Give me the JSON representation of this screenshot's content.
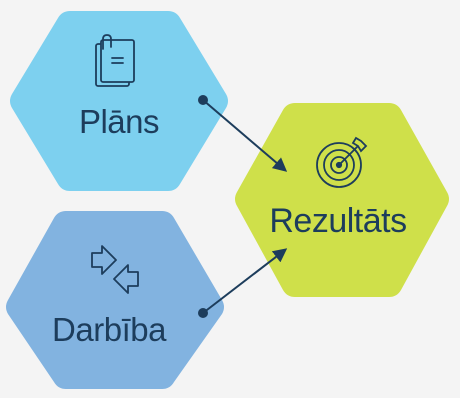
{
  "nodes": {
    "plans": {
      "label": "Plāns",
      "icon": "document-stack-icon",
      "color": "#7dd0ef"
    },
    "darbiba": {
      "label": "Darbība",
      "icon": "swap-arrows-icon",
      "color": "#82b3e0"
    },
    "rezultats": {
      "label": "Rezultāts",
      "icon": "target-arrow-icon",
      "color": "#cfe04a"
    }
  },
  "colors": {
    "background": "#f4f4f4",
    "ink": "#1d3d5c",
    "connector": "#1d3d5c"
  }
}
